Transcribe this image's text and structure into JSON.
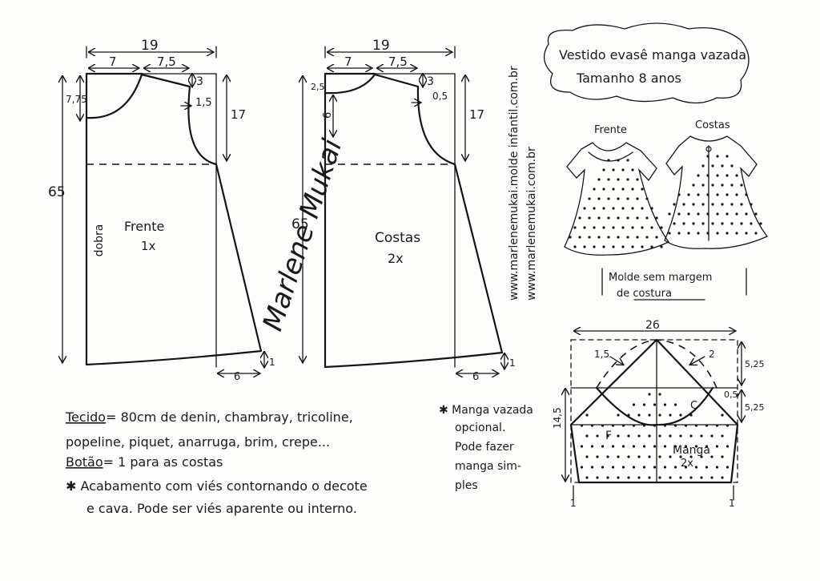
{
  "colors": {
    "ink": "#151515",
    "paper": "#fdfdfb"
  },
  "title": {
    "line1": "Vestido evasê manga vazada",
    "line2": "Tamanho 8 anos"
  },
  "front": {
    "label": "Frente",
    "count": "1x",
    "fold": "dobra",
    "dims": {
      "width_top": "19",
      "neck_width": "7",
      "shoulder": "7,5",
      "shoulder_drop": "3",
      "neck_depth": "7,75",
      "armhole_curve": "1,5",
      "armhole_depth": "17",
      "length": "65",
      "hem_flare": "6",
      "hem_rise": "1"
    }
  },
  "back": {
    "label": "Costas",
    "count": "2x",
    "dims": {
      "width_top": "19",
      "neck_width": "7",
      "shoulder": "7,5",
      "shoulder_drop": "3",
      "neck_depth_small": "2,5",
      "center_mark": "6",
      "armhole_curve": "0,5",
      "armhole_depth": "17",
      "length": "65",
      "hem_flare": "6",
      "hem_rise": "1"
    }
  },
  "watermark": {
    "line1": "www.marlenemukai.com.br",
    "line2": "www.marlenemukai.molde infantil.com.br"
  },
  "signature": "Marlene Mukai",
  "illustration": {
    "front_label": "Frente",
    "back_label": "Costas"
  },
  "note_box": {
    "line1": "Molde sem margem",
    "line2": "de costura"
  },
  "sleeve": {
    "label": "Manga",
    "count": "2x",
    "front_mark": "F",
    "back_mark": "C",
    "dims": {
      "width": "26",
      "cap_left": "1,5",
      "cap_right": "2",
      "cap_height": "5,25",
      "cap_height2": "5,25",
      "total_height": "14,5",
      "curve": "0,5",
      "hem_left": "1",
      "hem_right": "1"
    }
  },
  "notes": {
    "fabric_label": "Tecido",
    "fabric_line1": "= 80cm de denin, chambray, tricoline,",
    "fabric_line2": "popeline, piquet, anarruga, brim, crepe...",
    "button_label": "Botão",
    "button_text": "= 1 para as costas",
    "finish_line1": "✱ Acabamento com viés contornando o decote",
    "finish_line2": "e cava. Pode ser viés aparente ou interno."
  },
  "sleeve_note": {
    "line1": "✱ Manga vazada",
    "line2": "opcional.",
    "line3": "Pode fazer",
    "line4": "manga sim-",
    "line5": "ples"
  }
}
